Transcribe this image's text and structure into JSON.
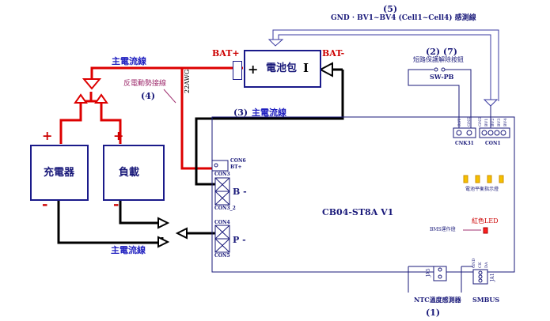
{
  "sense": {
    "num": "(5)",
    "label": "GND · BV1~BV4 (Cell1~Cell4) 感測線"
  },
  "battery": {
    "label": "電池包",
    "bat_plus": "BAT+",
    "bat_minus": "BAT-",
    "plus_sign": "+",
    "minus_sign": "I"
  },
  "switch": {
    "num": "(2) (7)",
    "label": "短路保護解除按鈕",
    "pb": "SW-PB"
  },
  "main_line": "主電流線",
  "bemf": {
    "label": "反電動勢接線",
    "num": "(4)",
    "gauge": "22AWG"
  },
  "main_line3": {
    "num": "(3)",
    "label": "主電流線"
  },
  "charger": {
    "label": "充電器",
    "plus": "+",
    "minus": "-"
  },
  "load": {
    "label": "負載",
    "plus": "+",
    "minus": "-"
  },
  "board": {
    "name": "CB04-ST8A V1",
    "con6": "CON6",
    "btp": "BT+",
    "con3": "CON3",
    "con3_2": "CON3_2",
    "b_minus": "B -",
    "con4": "CON4",
    "con5": "CON5",
    "p_minus": "P -",
    "cnk31": "CNK31",
    "con1": "CON1",
    "pins_cnk": [
      "RST",
      "GND"
    ],
    "pins_con1": [
      "GND",
      "BV1",
      "BV2",
      "BV3",
      "BV4"
    ],
    "balance": "電池平衡指示燈",
    "red_led": "紅色LED",
    "bms": "BMS運作燈",
    "ja5": "JA5",
    "ja1": "JA1",
    "pins_smbus": [
      "GND",
      "CK",
      "DA"
    ]
  },
  "ntc": {
    "label": "NTC溫度感測器",
    "num": "(1)"
  },
  "smbus": "SMBUS",
  "colors": {
    "red": "#dd0000",
    "black": "#000000",
    "navy": "#1a1a8a",
    "sense": "#3a3aa0",
    "led": "#f5c000",
    "red_led": "#ff2020"
  }
}
